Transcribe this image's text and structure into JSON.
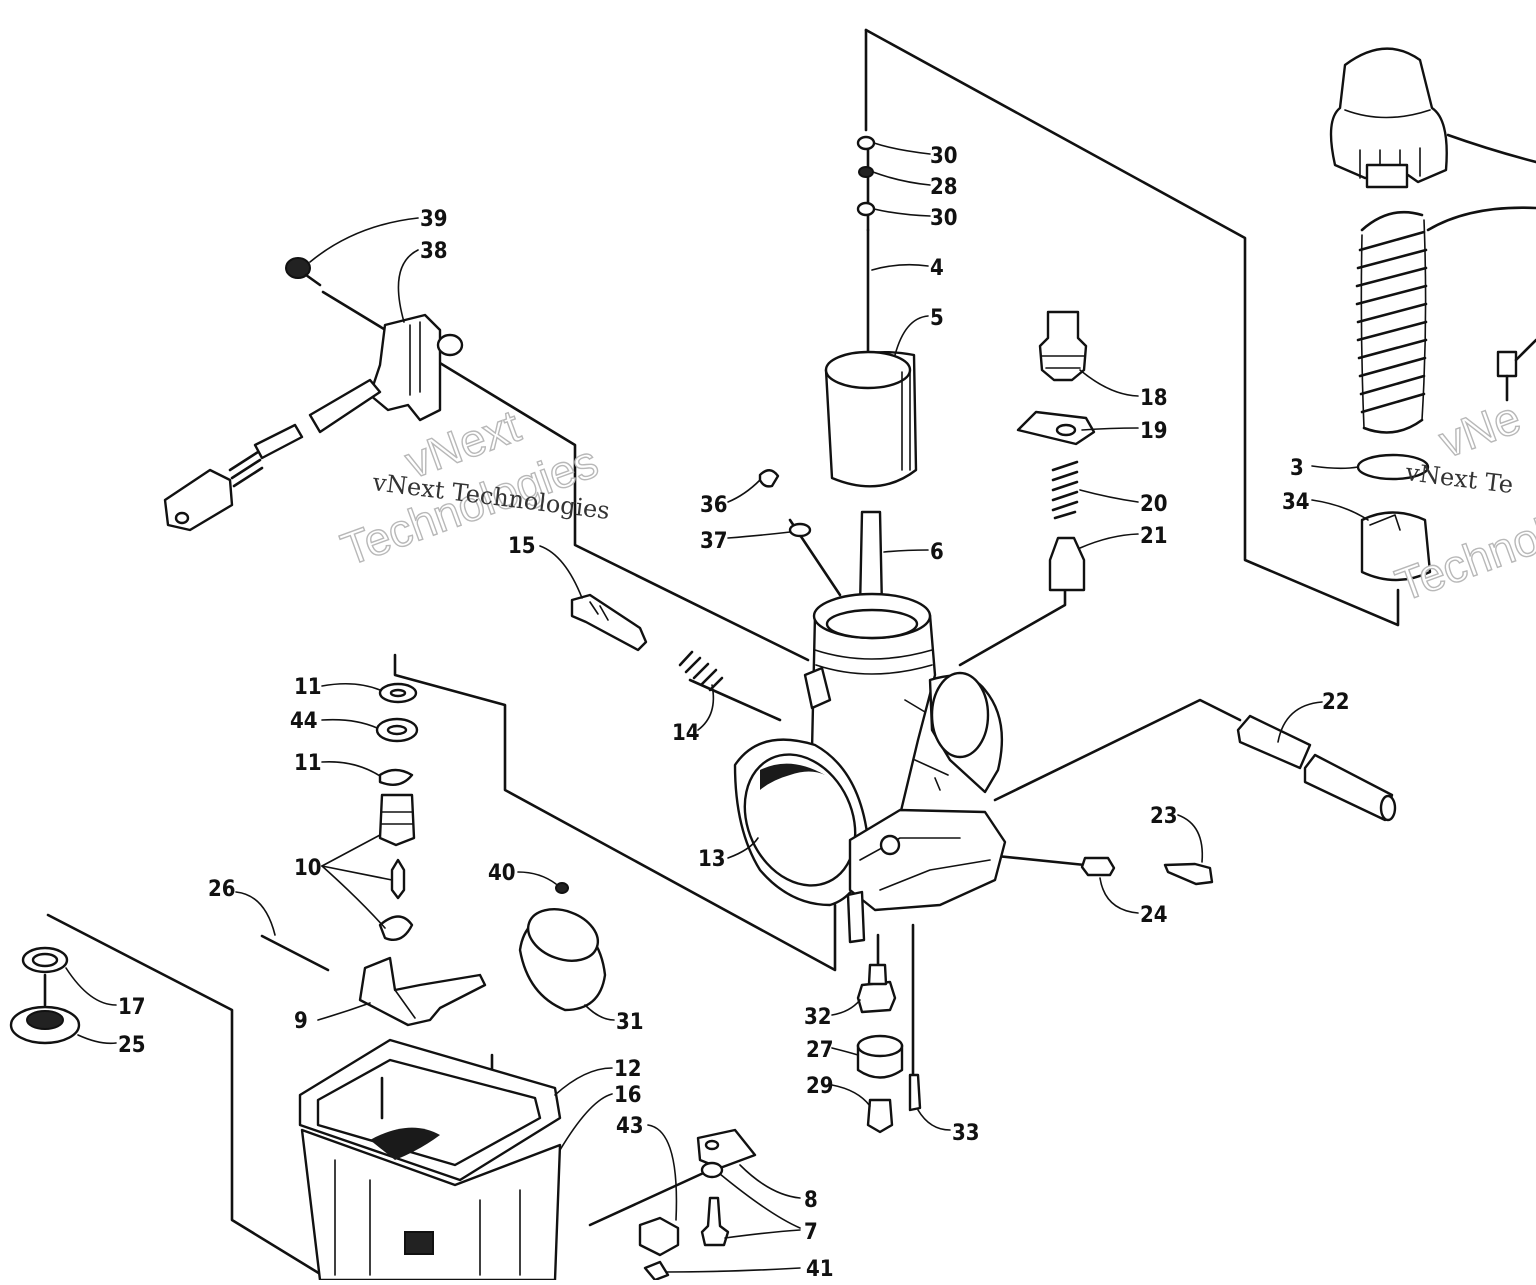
{
  "diagram": {
    "callouts": [
      "30",
      "28",
      "30",
      "4",
      "5",
      "18",
      "19",
      "20",
      "21",
      "6",
      "36",
      "37",
      "15",
      "14",
      "39",
      "38",
      "11",
      "44",
      "11",
      "10",
      "26",
      "9",
      "17",
      "25",
      "40",
      "31",
      "12",
      "16",
      "43",
      "13",
      "22",
      "23",
      "24",
      "32",
      "27",
      "29",
      "33",
      "8",
      "7",
      "41",
      "3",
      "34"
    ]
  },
  "watermark": {
    "line1": "vNext",
    "line2": "Technologies",
    "small": "vNext Technologies",
    "right_small": "vNext Te",
    "right_big_top": "vNe",
    "right_big_bottom": "Technolo"
  }
}
